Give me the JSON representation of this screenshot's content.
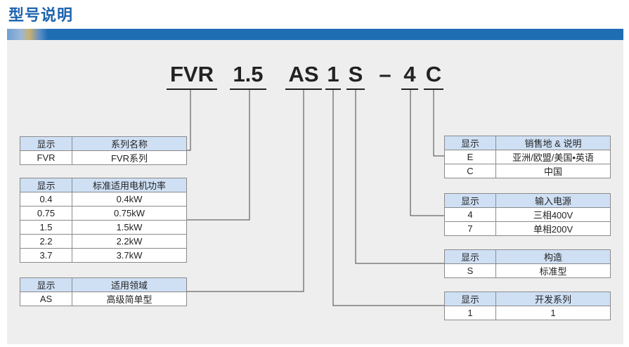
{
  "page": {
    "title": "型号说明"
  },
  "model_code": {
    "parts": [
      "FVR",
      "1.5",
      "AS",
      "1",
      "S",
      "–",
      "4",
      "C"
    ]
  },
  "left_tables": {
    "series": {
      "headers": [
        "显示",
        "系列名称"
      ],
      "rows": [
        [
          "FVR",
          "FVR系列"
        ]
      ]
    },
    "power": {
      "headers": [
        "显示",
        "标准适用电机功率"
      ],
      "rows": [
        [
          "0.4",
          "0.4kW"
        ],
        [
          "0.75",
          "0.75kW"
        ],
        [
          "1.5",
          "1.5kW"
        ],
        [
          "2.2",
          "2.2kW"
        ],
        [
          "3.7",
          "3.7kW"
        ]
      ]
    },
    "field": {
      "headers": [
        "显示",
        "适用领域"
      ],
      "rows": [
        [
          "AS",
          "高级简单型"
        ]
      ]
    }
  },
  "right_tables": {
    "region": {
      "headers": [
        "显示",
        "销售地 & 说明"
      ],
      "rows": [
        [
          "E",
          "亚洲/欧盟/美国•英语"
        ],
        [
          "C",
          "中国"
        ]
      ]
    },
    "input_power": {
      "headers": [
        "显示",
        "输入电源"
      ],
      "rows": [
        [
          "4",
          "三相400V"
        ],
        [
          "7",
          "单相200V"
        ]
      ]
    },
    "structure": {
      "headers": [
        "显示",
        "构造"
      ],
      "rows": [
        [
          "S",
          "标准型"
        ]
      ]
    },
    "dev_series": {
      "headers": [
        "显示",
        "开发系列"
      ],
      "rows": [
        [
          "1",
          "1"
        ]
      ]
    }
  },
  "colors": {
    "title": "#1d63ad",
    "bar": "#1f6db3",
    "panel": "#eeeeee",
    "table_header": "#cfe0f5",
    "line": "#444444"
  }
}
